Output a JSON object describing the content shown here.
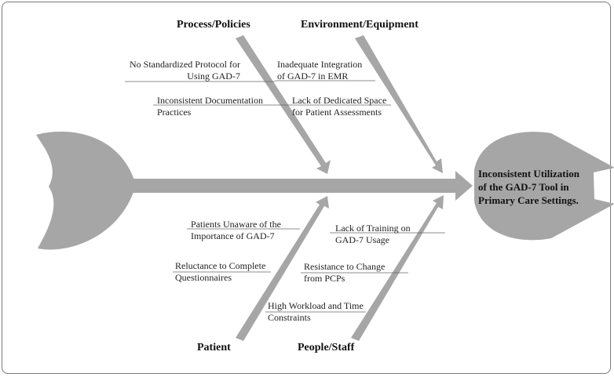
{
  "categories": {
    "process_policies": "Process/Policies",
    "environment_equipment": "Environment/Equipment",
    "patient": "Patient",
    "people_staff": "People/Staff"
  },
  "causes": {
    "process_policies": [
      [
        "No Standardized Protocol for",
        "Using GAD-7"
      ],
      [
        "Inconsistent Documentation",
        "Practices"
      ]
    ],
    "environment_equipment": [
      [
        "Inadequate Integration",
        "of GAD-7 in EMR"
      ],
      [
        "Lack of Dedicated Space",
        "for Patient Assessments"
      ]
    ],
    "patient": [
      [
        "Patients Unaware of the",
        "Importance of GAD-7"
      ],
      [
        "Reluctance to Complete",
        "Questionnaires"
      ]
    ],
    "people_staff": [
      [
        "Lack of Training on",
        "GAD-7 Usage"
      ],
      [
        "Resistance to Change",
        "from PCPs"
      ],
      [
        "High Workload and Time",
        "Constraints"
      ]
    ]
  },
  "effect": {
    "lines": [
      "Inconsistent Utilization",
      "of the GAD-7 Tool in",
      "Primary Care Settings."
    ]
  },
  "colors": {
    "shape_fill": "#a6a6a6",
    "frame_border": "#7a7a7a",
    "underline": "#666666"
  }
}
